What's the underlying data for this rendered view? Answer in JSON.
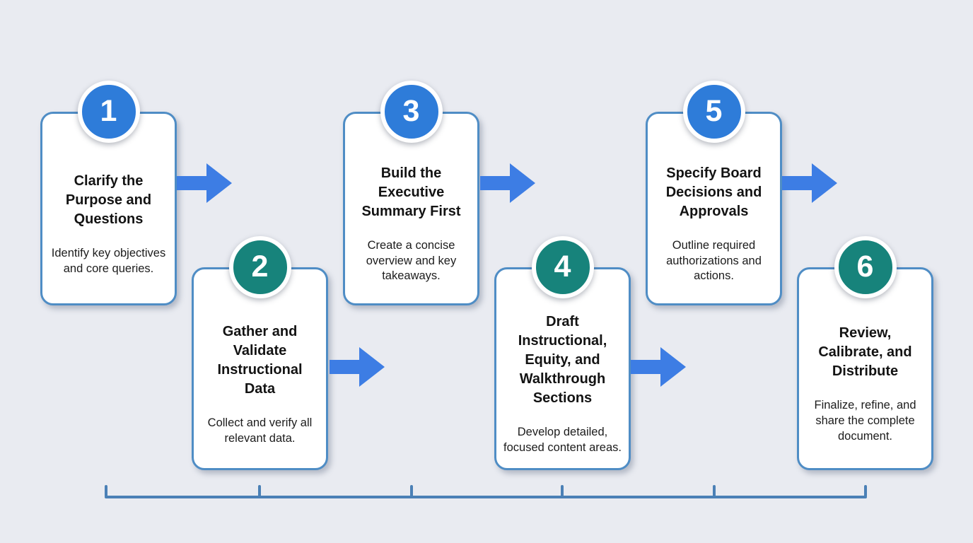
{
  "diagram": {
    "type": "numbered-process-flow",
    "step_count": 6,
    "steps": [
      {
        "number": "1",
        "title": "Clarify the Purpose and Questions",
        "description": "Identify key objectives and core queries.",
        "circle_color": "#2e7cd9",
        "row": "top"
      },
      {
        "number": "2",
        "title": "Gather and Validate Instructional Data",
        "description": "Collect and verify all relevant data.",
        "circle_color": "#17837b",
        "row": "bottom"
      },
      {
        "number": "3",
        "title": "Build the Executive Summary First",
        "description": "Create a concise overview and key takeaways.",
        "circle_color": "#2e7cd9",
        "row": "top"
      },
      {
        "number": "4",
        "title": "Draft Instructional, Equity, and Walkthrough Sections",
        "description": "Develop detailed, focused content areas.",
        "circle_color": "#17837b",
        "row": "bottom"
      },
      {
        "number": "5",
        "title": "Specify Board Decisions and Approvals",
        "description": "Outline required authorizations and actions.",
        "circle_color": "#2e7cd9",
        "row": "top"
      },
      {
        "number": "6",
        "title": "Review, Calibrate, and Distribute",
        "description": "Finalize, refine, and share the complete document.",
        "circle_color": "#17837b",
        "row": "bottom"
      }
    ],
    "colors": {
      "background": "#e9ebf1",
      "card_background": "#ffffff",
      "card_border": "#4f8dc5",
      "step_blue": "#2e7cd9",
      "step_teal": "#17837b",
      "arrow": "#3d7de4",
      "timeline": "#4b80b6",
      "title_text": "#131313",
      "body_text": "#1c1c1c",
      "number_text": "#ffffff"
    }
  }
}
